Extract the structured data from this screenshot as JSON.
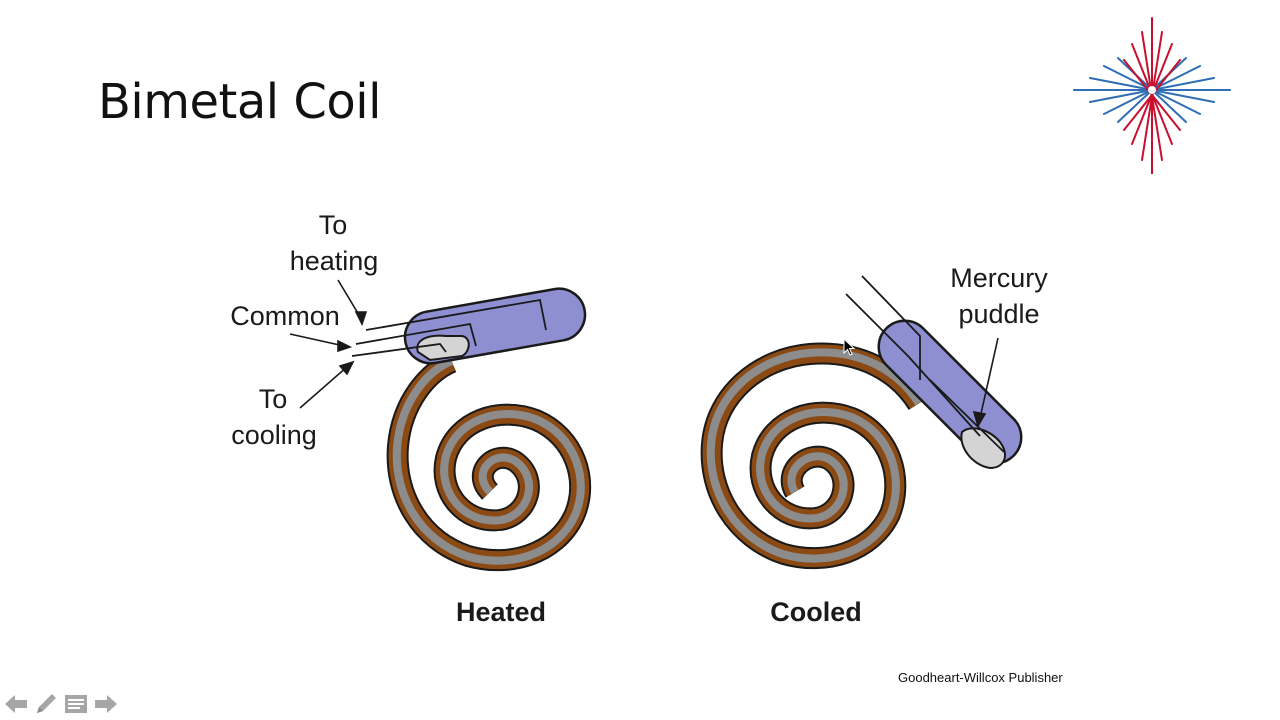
{
  "slide": {
    "title": "Bimetal Coil",
    "credit": "Goodheart-Willcox Publisher"
  },
  "diagram": {
    "labels": {
      "to_heating_line1": "To",
      "to_heating_line2": "heating",
      "common": "Common",
      "to_cooling_line1": "To",
      "to_cooling_line2": "cooling",
      "mercury_line1": "Mercury",
      "mercury_line2": "puddle"
    },
    "captions": {
      "heated": "Heated",
      "cooled": "Cooled"
    },
    "colors": {
      "coil_outer": "#8B4A14",
      "coil_inner": "#8C8C8C",
      "bulb_fill": "#8D8FD0",
      "mercury_fill": "#D4D4D4",
      "outline": "#1a1a1a"
    }
  },
  "logo": {
    "icon": "starburst-logo-icon",
    "colors": [
      "#C8102E",
      "#2F6EB5"
    ]
  },
  "nav": {
    "items": [
      {
        "icon": "previous-arrow-icon"
      },
      {
        "icon": "pen-icon"
      },
      {
        "icon": "notes-icon"
      },
      {
        "icon": "next-arrow-icon"
      }
    ]
  }
}
